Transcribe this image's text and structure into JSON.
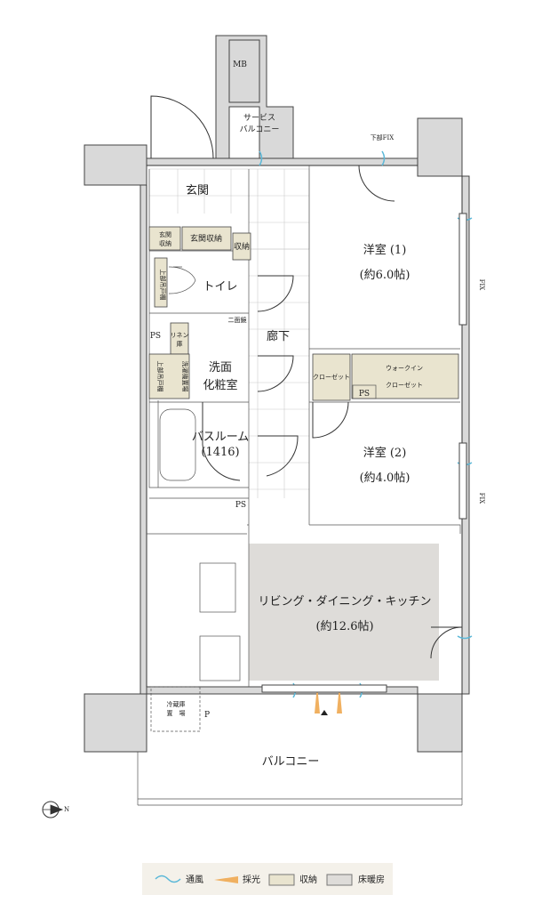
{
  "colors": {
    "storage": "#e9e4cf",
    "floor_heating": "#dedcd9",
    "ventilation": "#5bb8d8",
    "lighting": "#f0b060",
    "wall": "#d9d9d9"
  },
  "rooms": {
    "mb": "MB",
    "service_balcony": [
      "サービス",
      "バルコニー"
    ],
    "lower_fix": "下部FIX",
    "entrance": "玄関",
    "entrance_storage_small": [
      "玄関",
      "収納"
    ],
    "entrance_storage": "玄関収納",
    "storage": "収納",
    "toilet_cabinet": "上部吊戸棚",
    "toilet": "トイレ",
    "ps_1": "PS",
    "linen": [
      "リネン",
      "庫"
    ],
    "mirror": "二面鏡",
    "wash_cabinet": "上部吊戸棚",
    "washer": "洗濯機置場",
    "washroom": [
      "洗面",
      "化粧室"
    ],
    "bathroom": [
      "バスルーム",
      "(1416)"
    ],
    "ps_2": "PS",
    "hallway": "廊下",
    "western_1": [
      "洋室 (1)",
      "(約6.0帖)"
    ],
    "fix_1": "FIX",
    "closet": "クローゼット",
    "walk_in_closet": [
      "ウォークイン",
      "クローゼット"
    ],
    "ps_3": "PS",
    "western_2": [
      "洋室 (2)",
      "(約4.0帖)"
    ],
    "fix_2": "FIX",
    "ldk": [
      "リビング・ダイニング・キッチン",
      "(約12.6帖)"
    ],
    "fridge": [
      "冷蔵庫",
      "置　場"
    ],
    "p": "P",
    "balcony": "バルコニー"
  },
  "compass": {
    "label": "N",
    "icon": "north-arrow-icon"
  },
  "legend": [
    {
      "icon": "ventilation-wave-icon",
      "label": "通風"
    },
    {
      "icon": "lighting-ray-icon",
      "label": "採光"
    },
    {
      "icon": "storage-swatch-icon",
      "label": "収納"
    },
    {
      "icon": "floor-heating-swatch-icon",
      "label": "床暖房"
    }
  ]
}
